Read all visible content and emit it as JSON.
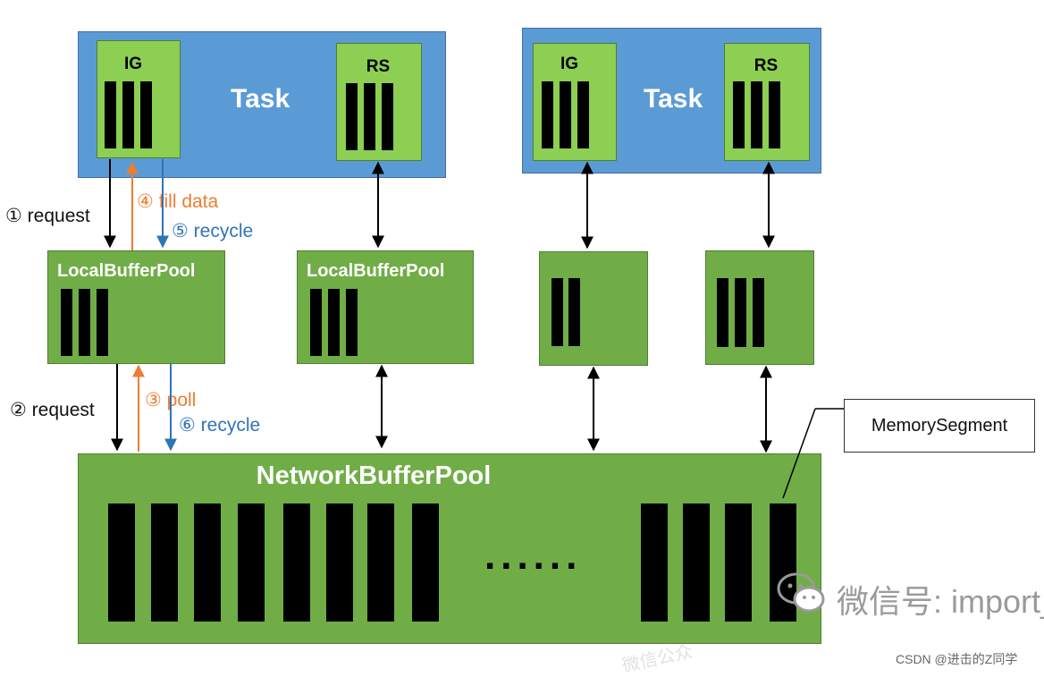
{
  "tasks": [
    {
      "title": "Task",
      "input_gate": "IG",
      "result_subpartition": "RS"
    },
    {
      "title": "Task",
      "input_gate": "IG",
      "result_subpartition": "RS"
    }
  ],
  "local_pools": [
    {
      "title": "LocalBufferPool"
    },
    {
      "title": "LocalBufferPool"
    },
    {
      "title": ""
    },
    {
      "title": ""
    }
  ],
  "network_pool": {
    "title": "NetworkBufferPool",
    "ellipsis": "......"
  },
  "callouts": {
    "memory_segment": "MemorySegment"
  },
  "steps": {
    "request1": "① request",
    "fill_data": "④ fill data",
    "recycle5": "⑤ recycle",
    "request2": "② request",
    "poll": "③ poll",
    "recycle6": "⑥ recycle"
  },
  "colors": {
    "task_blue": "#5b9bd5",
    "pool_green": "#70ad47",
    "gate_green": "#8ccf52",
    "orange": "#ed7d31",
    "blue": "#2e75b6"
  },
  "watermark": {
    "wechat": "微信号: import_",
    "csdn": "CSDN @进击的Z同学",
    "faint": "微信公众"
  }
}
